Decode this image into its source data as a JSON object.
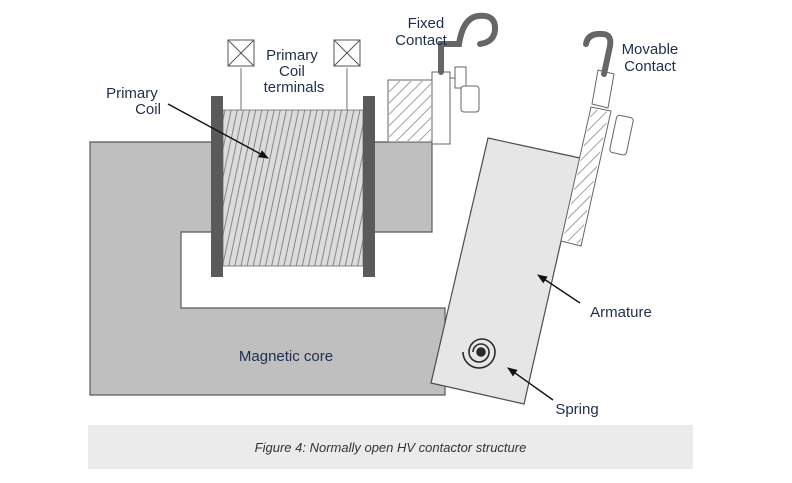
{
  "diagram": {
    "labels": {
      "primary_coil": [
        "Primary",
        "Coil"
      ],
      "primary_coil_terminals": [
        "Primary",
        "Coil",
        "terminals"
      ],
      "fixed_contact": [
        "Fixed",
        "Contact"
      ],
      "movable_contact": [
        "Movable",
        "Contact"
      ],
      "armature": "Armature",
      "magnetic_core": "Magnetic core",
      "spring": "Spring"
    },
    "colors": {
      "core_fill": "#bfbfbf",
      "armature_fill": "#e6e6e6",
      "coil_fill": "#dcdcdc",
      "flange": "#5a5a5a",
      "outline": "#595959",
      "label_text": "#1f2e4d"
    }
  },
  "caption": "Figure 4: Normally open HV contactor structure"
}
